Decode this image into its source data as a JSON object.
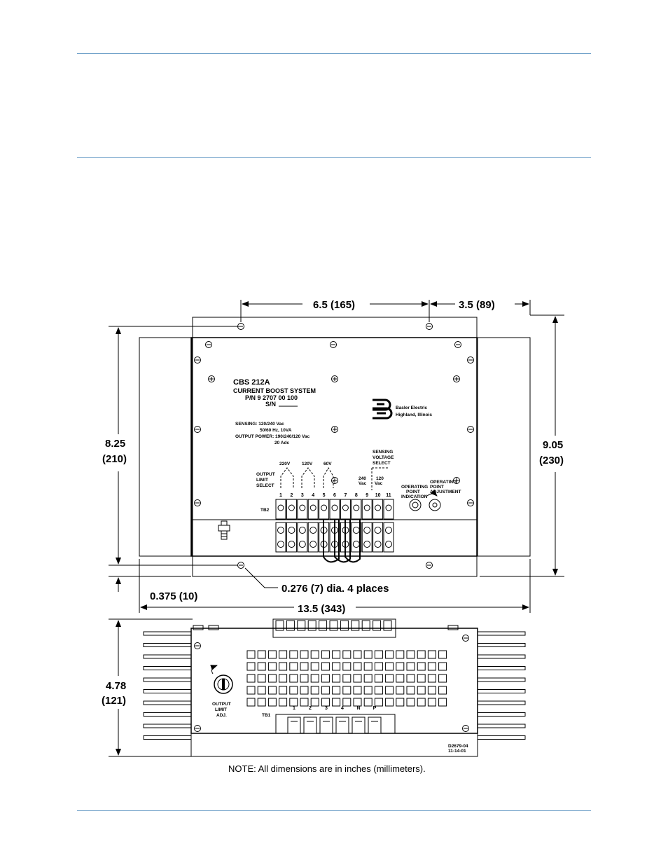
{
  "dimensions": {
    "top_spacing": "6.5 (165)",
    "top_offset": "3.5 (89)",
    "left_height_in": "8.25",
    "left_height_mm": "(210)",
    "right_height_in": "9.05",
    "right_height_mm": "(230)",
    "hole_note": "0.276 (7) dia. 4 places",
    "edge_offset": "0.375 (10)",
    "overall_width": "13.5 (343)",
    "depth_in": "4.78",
    "depth_mm": "(121)"
  },
  "panel": {
    "model": "CBS 212A",
    "title": "CURRENT BOOST SYSTEM",
    "part_number": "P/N 9 2707 00 100",
    "serial": "S/N",
    "sensing": "SENSING:  120/240 Vac",
    "sensing_burden": "50/60 Hz, 10VA",
    "output_power": "OUTPUT POWER:  190/240/120 Vac",
    "output_power2": "20 Adc",
    "brand_line1": "Basler Electric",
    "brand_line2": "Highland, Illinois",
    "sensing_select": [
      "SENSING",
      "VOLTAGE",
      "SELECT"
    ],
    "output_limit_select": [
      "OUTPUT",
      "LIMIT",
      "SELECT"
    ],
    "limit_groups": [
      "220V",
      "120V",
      "60V"
    ],
    "volt_240": [
      "240",
      "Vac"
    ],
    "volt_120": [
      "120",
      "Vac"
    ],
    "terminal_numbers": [
      "1",
      "2",
      "3",
      "4",
      "5",
      "6",
      "7",
      "8",
      "9",
      "10",
      "11"
    ],
    "tb2": "TB2",
    "op_indication": [
      "OPERATING",
      "POINT",
      "INDICATION"
    ],
    "op_adjustment": [
      "OPERATING",
      "POINT",
      "ADJUSTMENT"
    ]
  },
  "side_view": {
    "output_limit_adj": [
      "OUTPUT",
      "LIMIT",
      "ADJ."
    ],
    "tb1": "TB1",
    "tb1_terminals": [
      "1",
      "2",
      "3",
      "4",
      "N",
      "P"
    ],
    "drawing_number": "D2679-04",
    "drawing_date": "11-14-01"
  },
  "note": "NOTE: All dimensions are in inches (millimeters)."
}
